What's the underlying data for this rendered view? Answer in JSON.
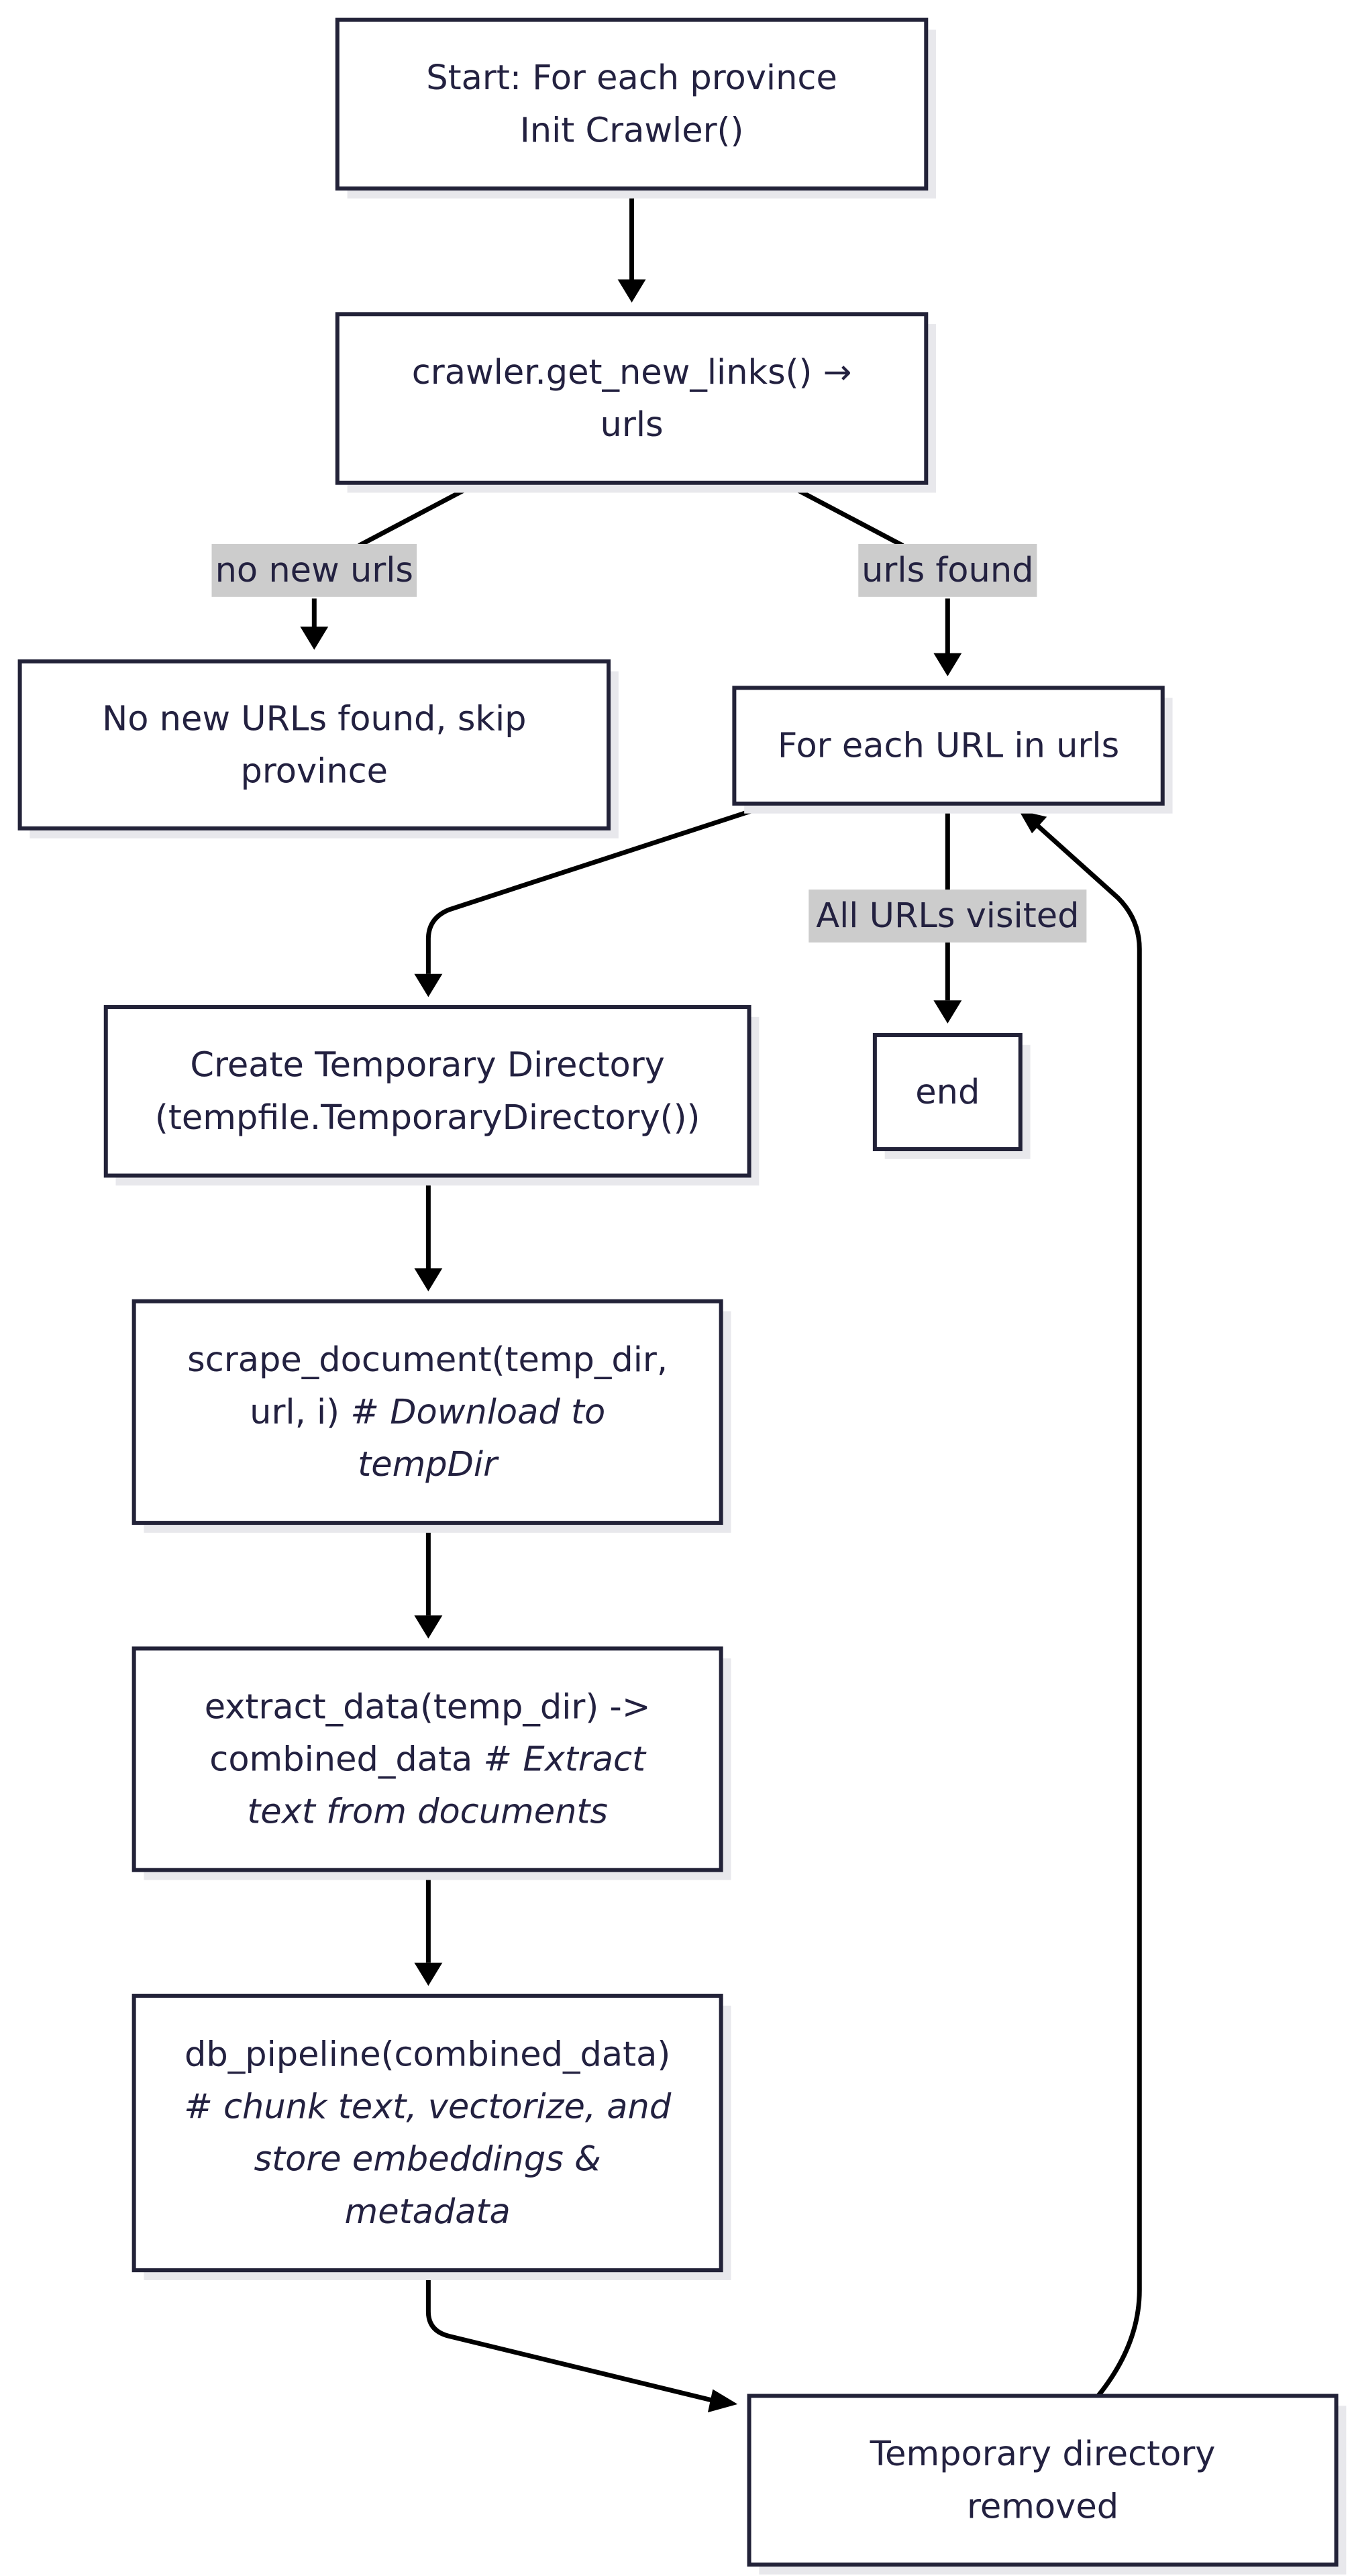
{
  "nodes": {
    "start": {
      "lines": [
        [
          {
            "text": "Start: For each province"
          }
        ],
        [
          {
            "text": "Init Crawler()"
          }
        ]
      ]
    },
    "get_links": {
      "lines": [
        [
          {
            "text": "crawler.get_new_links() →"
          }
        ],
        [
          {
            "text": "urls"
          }
        ]
      ]
    },
    "no_new": {
      "lines": [
        [
          {
            "text": "No new URLs found, skip"
          }
        ],
        [
          {
            "text": "province"
          }
        ]
      ]
    },
    "for_each": {
      "lines": [
        [
          {
            "text": "For each URL in urls"
          }
        ]
      ]
    },
    "create_temp": {
      "lines": [
        [
          {
            "text": "Create Temporary Directory"
          }
        ],
        [
          {
            "text": "(tempfile.TemporaryDirectory())"
          }
        ]
      ]
    },
    "end": {
      "lines": [
        [
          {
            "text": "end"
          }
        ]
      ]
    },
    "scrape": {
      "lines": [
        [
          {
            "text": "scrape_document(temp_dir,"
          }
        ],
        [
          {
            "text": "url, i) "
          },
          {
            "text": "# Download to",
            "italic": true
          }
        ],
        [
          {
            "text": "tempDir",
            "italic": true
          }
        ]
      ]
    },
    "extract": {
      "lines": [
        [
          {
            "text": "extract_data(temp_dir) ->"
          }
        ],
        [
          {
            "text": "combined_data "
          },
          {
            "text": "# Extract",
            "italic": true
          }
        ],
        [
          {
            "text": "text from documents",
            "italic": true
          }
        ]
      ]
    },
    "db_pipeline": {
      "lines": [
        [
          {
            "text": "db_pipeline(combined_data)"
          }
        ],
        [
          {
            "text": "# chunk text, vectorize, and",
            "italic": true
          }
        ],
        [
          {
            "text": "store embeddings &",
            "italic": true
          }
        ],
        [
          {
            "text": "metadata",
            "italic": true
          }
        ]
      ]
    },
    "temp_removed": {
      "lines": [
        [
          {
            "text": "Temporary directory"
          }
        ],
        [
          {
            "text": "removed"
          }
        ]
      ]
    }
  },
  "edge_labels": {
    "no_new_urls": "no new urls",
    "urls_found": "urls found",
    "all_visited": "All URLs visited"
  },
  "colors": {
    "node_border": "#222238",
    "node_shadow": "#e8e8ec",
    "text": "#232140",
    "edge": "#000000",
    "edge_label_bg": "#cccccc"
  }
}
